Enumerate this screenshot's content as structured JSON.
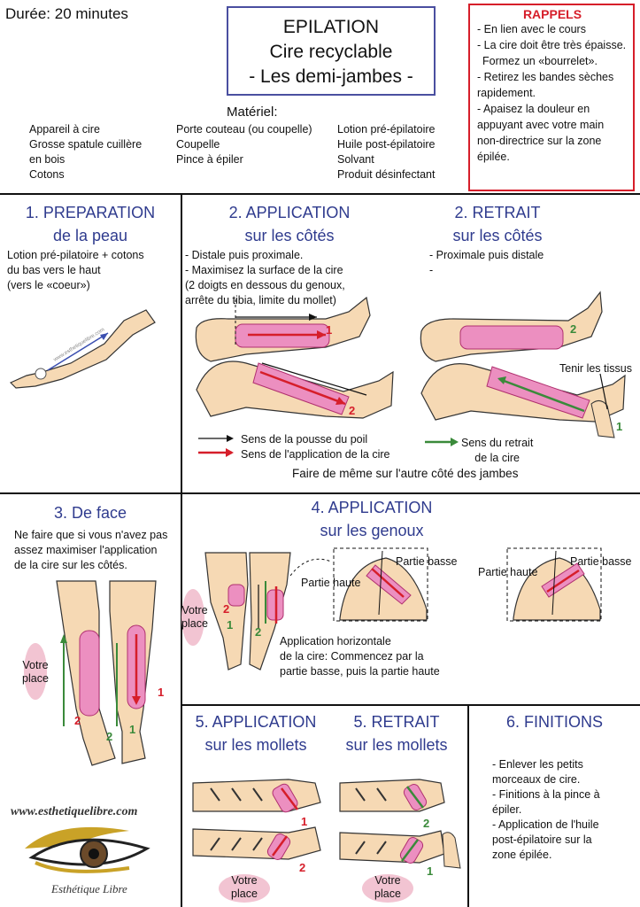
{
  "duration": "Durée: 20 minutes",
  "title": {
    "line1": "EPILATION",
    "line2": "Cire recyclable",
    "line3": "- Les demi-jambes -"
  },
  "materiel": {
    "heading": "Matériel:",
    "col1": [
      "Appareil à cire",
      "Grosse spatule cuillère",
      "en bois",
      "Cotons"
    ],
    "col2": [
      "Porte couteau (ou coupelle)",
      "Coupelle",
      "Pince à épiler"
    ],
    "col3": [
      "Lotion pré-épilatoire",
      "Huile post-épilatoire",
      "Solvant",
      "Produit désinfectant"
    ]
  },
  "rappels": {
    "title": "RAPPELS",
    "items": [
      "- En lien avec le cours",
      "- La cire doit être très épaisse.",
      "Formez un «bourrelet».",
      "- Retirez les bandes sèches",
      "rapidement.",
      "- Apaisez la douleur en",
      "appuyant avec votre main",
      "non-directrice sur la zone",
      "épilée."
    ]
  },
  "s1": {
    "title1": "1. PREPARATION",
    "title2": "de la peau",
    "lines": [
      "Lotion pré-pilatoire + cotons",
      "du bas vers le haut",
      "(vers le «coeur»)"
    ],
    "watermark": "www.esthetiquelibre.com"
  },
  "s2a": {
    "title1": "2. APPLICATION",
    "title2": "sur les côtés",
    "lines": [
      "- Distale puis proximale.",
      "- Maximisez la surface de la cire",
      "(2 doigts en dessous du genoux,",
      "arrête du tibia, limite du mollet)"
    ],
    "n1": "1",
    "n2": "2",
    "legend1": "Sens de la pousse du poil",
    "legend2": "Sens de l'application de la cire"
  },
  "s2b": {
    "title1": "2. RETRAIT",
    "title2": "sur les côtés",
    "lines": [
      "- Proximale puis distale",
      "-"
    ],
    "n1": "1",
    "n2": "2",
    "hold": "Tenir les tissus",
    "legend1": "Sens du retrait",
    "legend2": "de la cire"
  },
  "same_other_side": "Faire de même sur l'autre côté des jambes",
  "s3": {
    "title": "3. De face",
    "lines": [
      "Ne faire que si vous n'avez pas",
      "assez maximiser l'application",
      "de la cire sur les côtés."
    ],
    "place1": "Votre",
    "place2": "place",
    "n1": "1",
    "n2": "2"
  },
  "s4": {
    "title1": "4. APPLICATION",
    "title2": "sur les genoux",
    "partie_basse": "Partie basse",
    "partie_haute": "Partie haute",
    "place1": "Votre",
    "place2": "place",
    "n1": "1",
    "n2": "2",
    "lines": [
      "Application horizontale",
      "de la cire: Commencez par la",
      "partie basse, puis la partie haute"
    ]
  },
  "s5a": {
    "title1": "5. APPLICATION",
    "title2": "sur les mollets",
    "n1": "1",
    "n2": "2",
    "place1": "Votre",
    "place2": "place"
  },
  "s5b": {
    "title1": "5. RETRAIT",
    "title2": "sur les mollets",
    "n1": "1",
    "n2": "2",
    "place1": "Votre",
    "place2": "place"
  },
  "s6": {
    "title": "6. FINITIONS",
    "lines": [
      "- Enlever les petits",
      "morceaux de cire.",
      "- Finitions à la pince à",
      "épiler.",
      "- Application de l'huile",
      "post-épilatoire sur la",
      "zone épilée."
    ]
  },
  "logo": {
    "url": "www.esthetiquelibre.com",
    "name": "Esthétique Libre"
  },
  "colors": {
    "blue": "#2f3b8e",
    "red": "#d61e2a",
    "green": "#3a8a3a",
    "wax": "#ec8fc0",
    "skin": "#f6d9b4"
  }
}
